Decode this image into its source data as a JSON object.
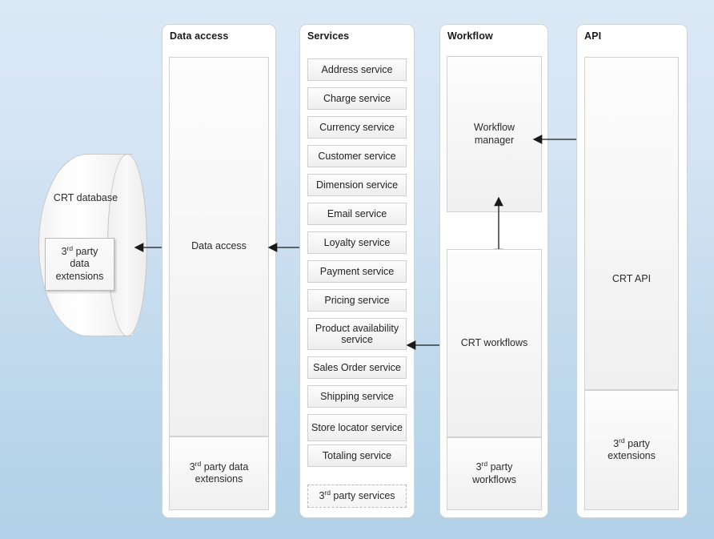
{
  "diagram": {
    "background_top_color": "#dbe9f7",
    "background_bottom_color": "#b2d1e8",
    "box_fill_color": "#f6f6f6",
    "box_border_color": "#d2d2d2",
    "panel_fill_color": "#ffffff",
    "arrow_color": "#1a1a1a"
  },
  "database": {
    "label": "CRT database",
    "extension_label_prefix": "3",
    "extension_label_sup": "rd",
    "extension_label_rest": " party data extensions",
    "extension_line1_prefix": "3",
    "extension_line1_sup": "rd",
    "extension_line1_rest": " party",
    "extension_line2": "data",
    "extension_line3": "extensions"
  },
  "panels": [
    {
      "id": "data-access",
      "title": "Data access",
      "main_box_label": "Data access",
      "footer_prefix": "3",
      "footer_sup": "rd",
      "footer_rest": " party data extensions"
    },
    {
      "id": "services",
      "title": "Services",
      "items": [
        "Address service",
        "Charge service",
        "Currency service",
        "Customer service",
        "Dimension service",
        "Email service",
        "Loyalty service",
        "Payment service",
        "Pricing service",
        "Product availability service",
        "Sales Order service",
        "Shipping service",
        "Store locator service",
        "Totaling service"
      ],
      "third_party_prefix": "3",
      "third_party_sup": "rd",
      "third_party_rest": " party services"
    },
    {
      "id": "workflow",
      "title": "Workflow",
      "manager_label_line1": "Workflow",
      "manager_label_line2": "manager",
      "workflows_label": "CRT workflows",
      "third_party_prefix": "3",
      "third_party_sup": "rd",
      "third_party_rest": " party",
      "third_party_line2": "workflows"
    },
    {
      "id": "api",
      "title": "API",
      "api_label": "CRT API",
      "third_party_prefix": "3",
      "third_party_sup": "rd",
      "third_party_rest": " party",
      "third_party_line2": "extensions"
    }
  ],
  "connectors": [
    {
      "name": "db-to-data-access",
      "type": "bidirectional",
      "orientation": "horizontal"
    },
    {
      "name": "data-access-to-services",
      "type": "bidirectional",
      "orientation": "horizontal"
    },
    {
      "name": "services-to-crt-workflows",
      "type": "bidirectional",
      "orientation": "horizontal"
    },
    {
      "name": "workflow-manager-to-crt-workflows",
      "type": "bidirectional",
      "orientation": "vertical"
    },
    {
      "name": "workflow-manager-to-crt-api",
      "type": "bidirectional",
      "orientation": "horizontal"
    }
  ]
}
